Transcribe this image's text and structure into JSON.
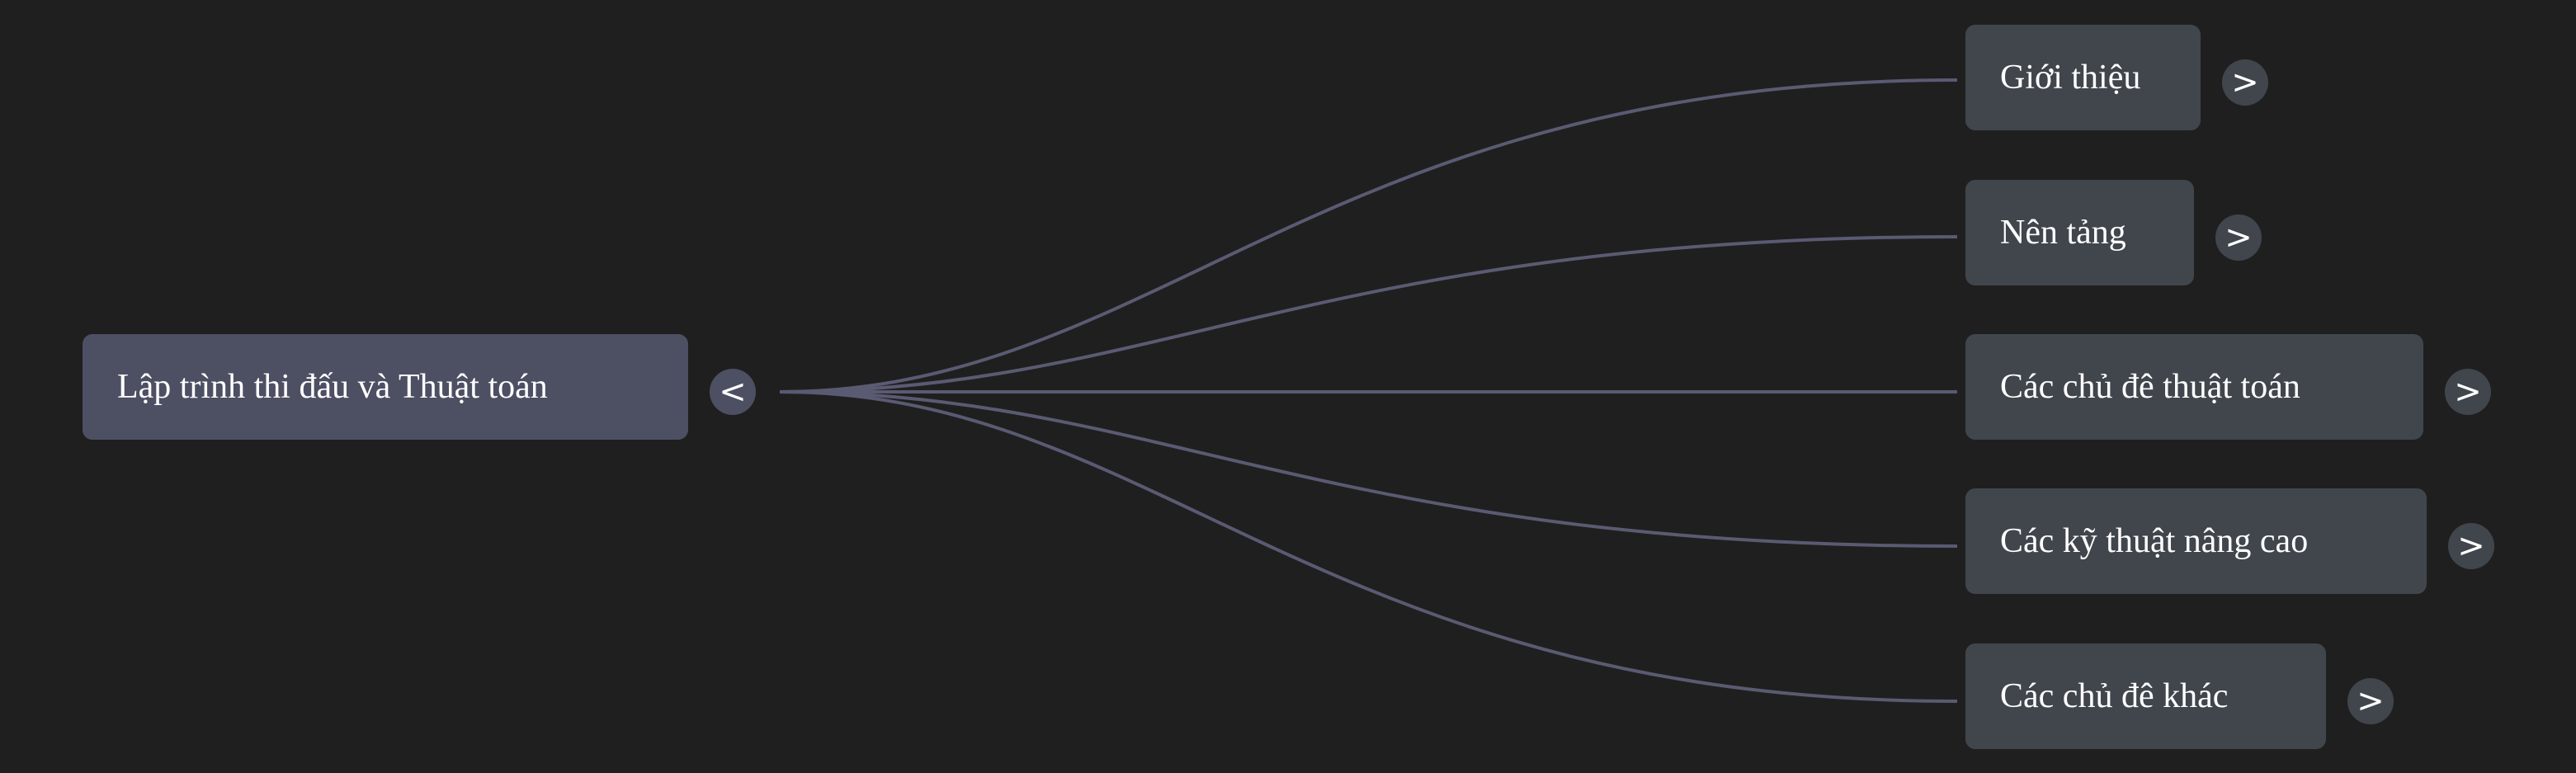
{
  "root": {
    "label": "Lập trình thi đấu và Thuật toán",
    "toggle": "<"
  },
  "children": [
    {
      "label": "Giới thiệu",
      "toggle": ">"
    },
    {
      "label": "Nên tảng",
      "toggle": ">"
    },
    {
      "label": "Các chủ đê thuật toán",
      "toggle": ">"
    },
    {
      "label": "Các kỹ thuật nâng cao",
      "toggle": ">"
    },
    {
      "label": "Các chủ đê khác",
      "toggle": ">"
    }
  ],
  "colors": {
    "background": "#1f1f20",
    "root_node": "#4d4f63",
    "child_node": "#41464d",
    "link": "#5a5a72",
    "text": "#ffffff"
  }
}
